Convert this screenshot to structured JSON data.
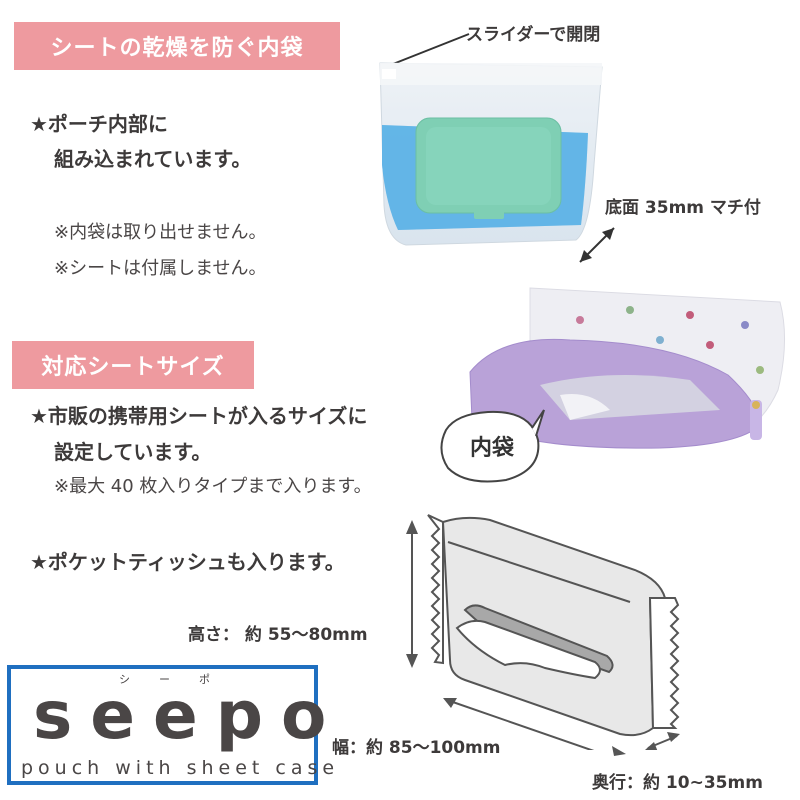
{
  "section1": {
    "banner": "シートの乾燥を防ぐ内袋",
    "feature_line1": "★ポーチ内部に",
    "feature_line2": "組み込まれています。",
    "note1": "※内袋は取り出せません。",
    "note2": "※シートは付属しません。"
  },
  "callouts": {
    "slider": "スライダーで開閉",
    "gusset": "底面 35mm マチ付",
    "inner_bag": "内袋"
  },
  "section2": {
    "banner": "対応シートサイズ",
    "feature_line1": "★市販の携帯用シートが入るサイズに",
    "feature_line2": "設定しています。",
    "note1": "※最大 40 枚入りタイプまで入ります。",
    "feature_tissue": "★ポケットティッシュも入ります。"
  },
  "dimensions": {
    "height": "高さ： 約 55〜80mm",
    "width": "幅：約 85〜100mm",
    "depth": "奥行：約 10~35mm"
  },
  "logo": {
    "ruby": [
      "シ",
      "ー",
      "ポ"
    ],
    "word": "seepo",
    "tagline": "pouch with sheet case"
  },
  "colors": {
    "banner": "#ee9a9f",
    "logo_border": "#1f6fc0",
    "text": "#3d3a3a",
    "wipes_lid": "#7fcfb4",
    "wipes_pack": "#2a9be0",
    "pouch_lining": "#b9a2d8"
  }
}
